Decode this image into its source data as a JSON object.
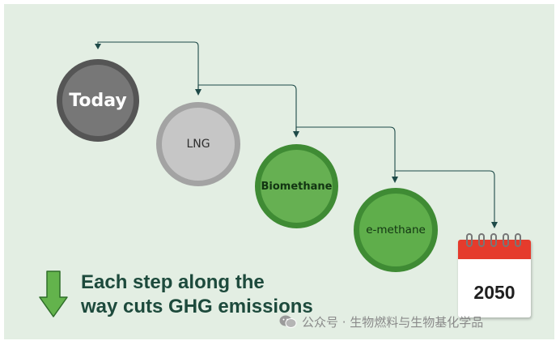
{
  "steps": [
    {
      "label": "Today"
    },
    {
      "label": "LNG"
    },
    {
      "label": "Biomethane"
    },
    {
      "label": "e-methane"
    }
  ],
  "target": {
    "year": "2050",
    "icon": "calendar-icon"
  },
  "caption": {
    "line1": "Each step along the",
    "line2": "way cuts GHG emissions"
  },
  "watermark": {
    "text": "公众号 · 生物燃料与生物基化学品",
    "icon": "wechat-icon"
  },
  "colors": {
    "background": "#e3eee3",
    "today": "#777777",
    "lng": "#c6c6c6",
    "green": "#5fae4b",
    "arrow": "#1e4a48",
    "caption": "#1d4a3c",
    "calendar_red": "#e53b2c"
  }
}
